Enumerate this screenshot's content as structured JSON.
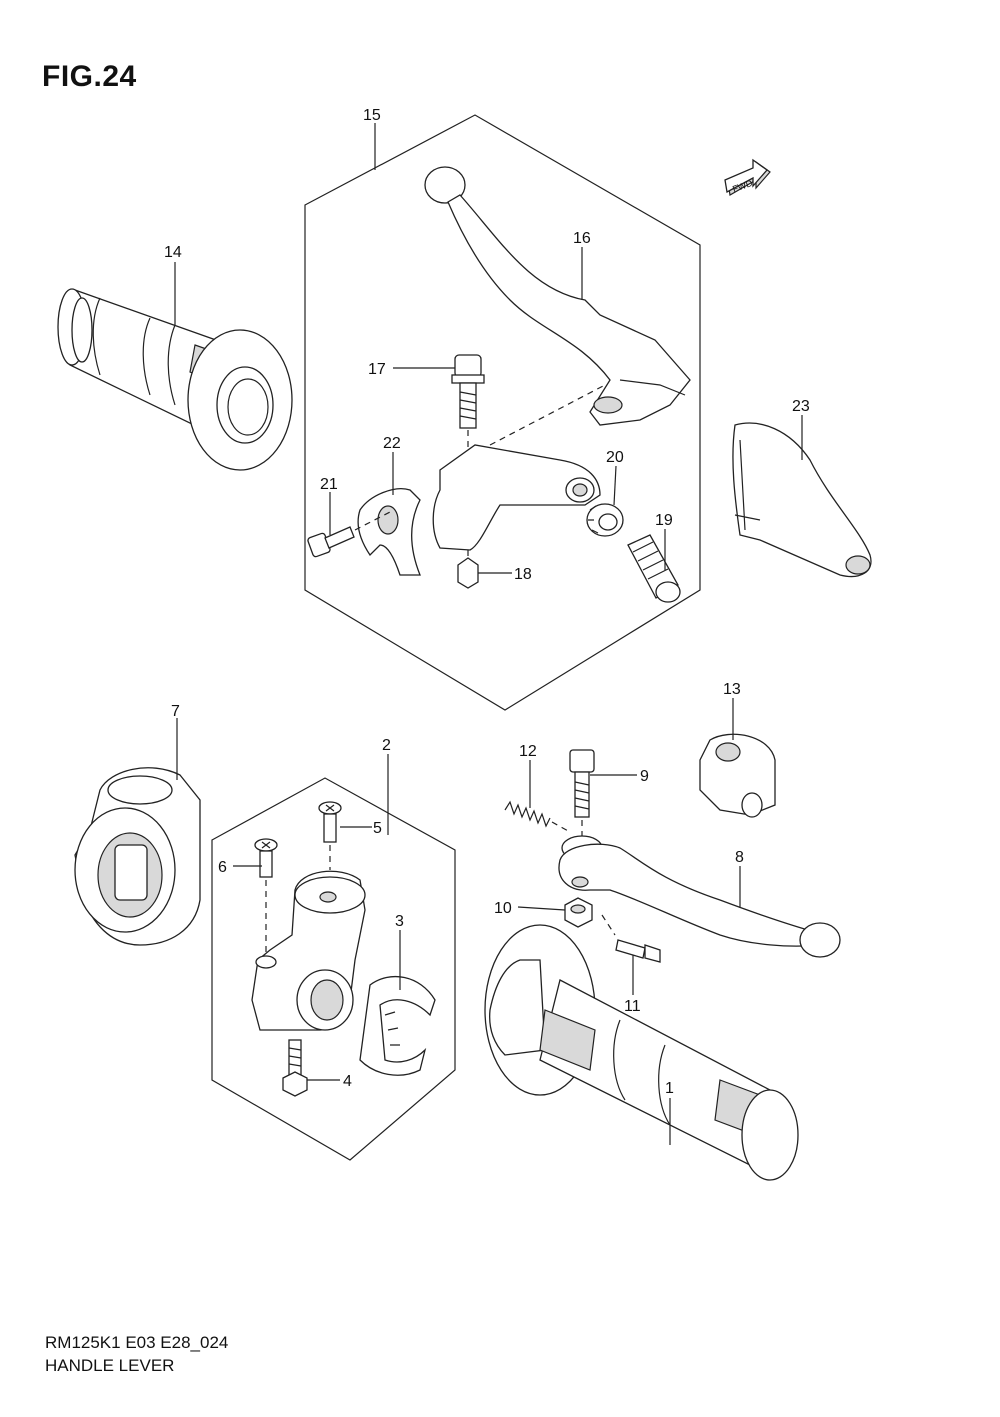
{
  "figure": {
    "title": "FIG.24",
    "code": "RM125K1 E03 E28_024",
    "name": "HANDLE LEVER"
  },
  "fwd_label": "FWD",
  "callouts": [
    "1",
    "2",
    "3",
    "4",
    "5",
    "6",
    "7",
    "8",
    "9",
    "10",
    "11",
    "12",
    "13",
    "14",
    "15",
    "16",
    "17",
    "18",
    "19",
    "20",
    "21",
    "22",
    "23"
  ]
}
